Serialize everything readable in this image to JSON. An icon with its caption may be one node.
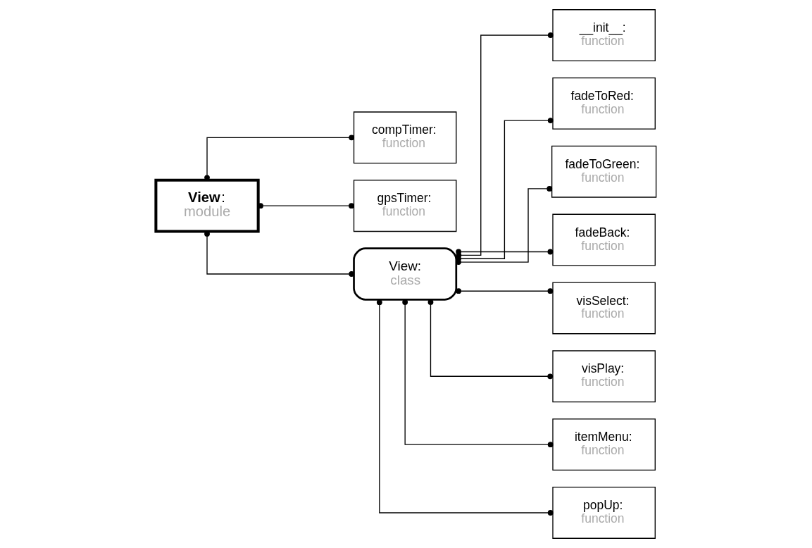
{
  "diagram": {
    "nodes": [
      {
        "text": [
          "**View**:",
          "module"
        ]
      },
      {
        "text": [
          "compTimer:",
          "function"
        ]
      },
      {
        "text": [
          "gpsTimer:",
          "function"
        ]
      },
      {
        "text": [
          "View:",
          "class"
        ]
      },
      {
        "text": [
          "__init__:",
          "function"
        ]
      },
      {
        "text": [
          "fadeToRed:",
          "function"
        ]
      },
      {
        "text": [
          "fadeToGreen:",
          "function"
        ]
      },
      {
        "text": [
          "fadeBack:",
          "function"
        ]
      },
      {
        "text": [
          "visSelect:",
          "function"
        ]
      },
      {
        "text": [
          "visPlay:",
          "function"
        ]
      },
      {
        "text": [
          "itemMenu:",
          "function"
        ]
      },
      {
        "text": [
          "popUp:",
          "function"
        ]
      }
    ],
    "edges": [
      {
        "from": 0,
        "to": 1,
        "arrow": "other"
      },
      {
        "from": 0,
        "to": 2,
        "arrow": "other"
      },
      {
        "from": 0,
        "to": 3,
        "arrow": "other"
      },
      {
        "from": 3,
        "to": 4,
        "arrow": "other"
      },
      {
        "from": 3,
        "to": 5,
        "arrow": "other"
      },
      {
        "from": 3,
        "to": 6,
        "arrow": "other"
      },
      {
        "from": 3,
        "to": 7,
        "arrow": "other"
      },
      {
        "from": 3,
        "to": 8,
        "arrow": "other"
      },
      {
        "from": 3,
        "to": 9,
        "arrow": "other"
      },
      {
        "from": 3,
        "to": 10,
        "arrow": "other"
      },
      {
        "from": 3,
        "to": 11,
        "arrow": "other"
      }
    ]
  }
}
